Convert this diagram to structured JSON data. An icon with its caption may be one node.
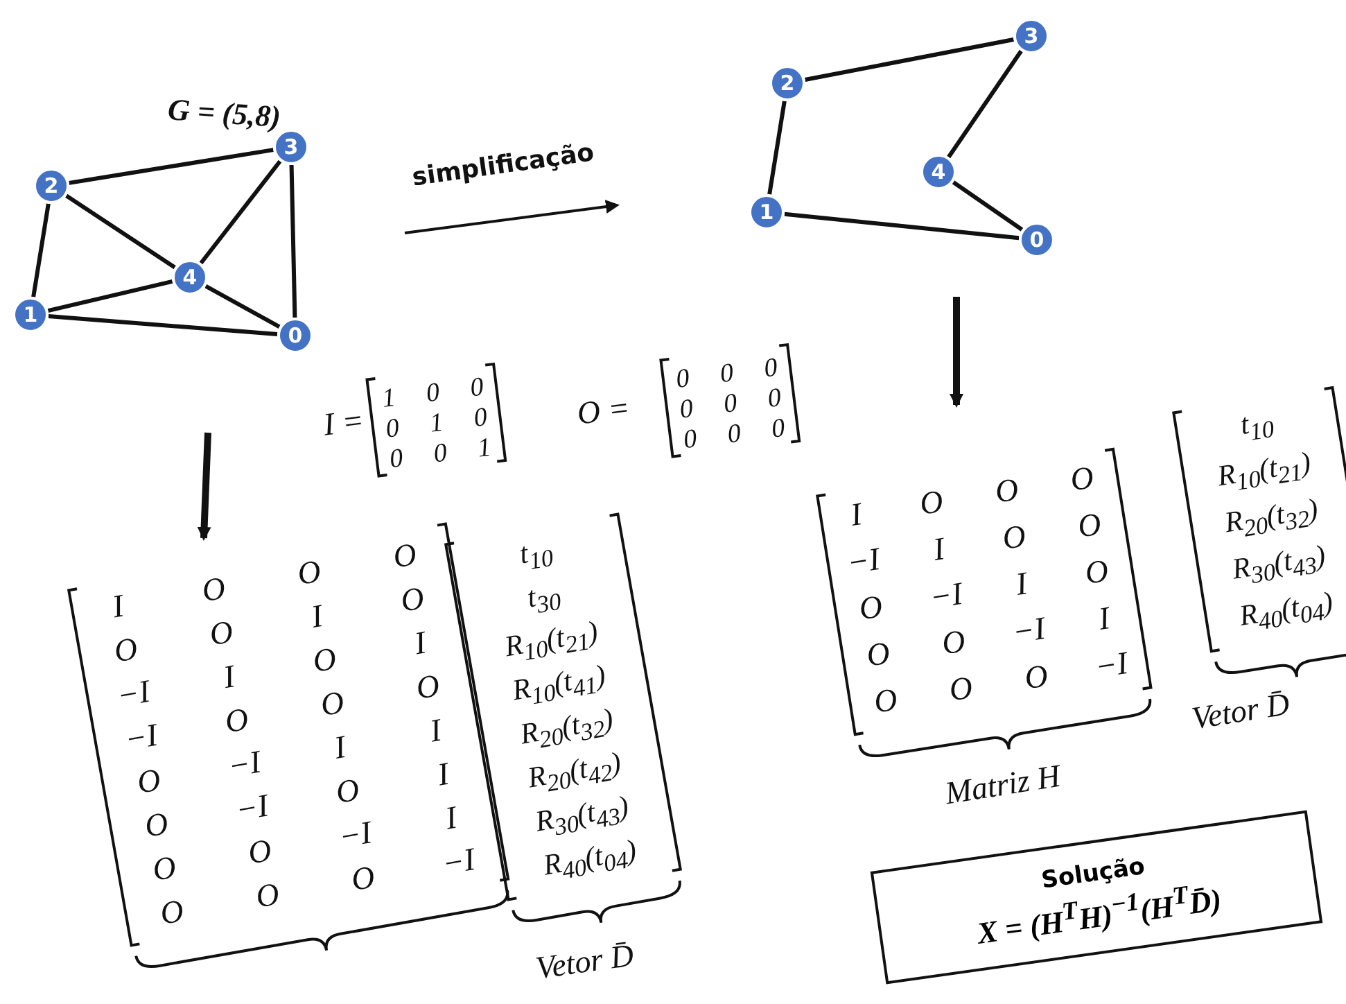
{
  "diagram": {
    "nodes": [
      {
        "text": [
          "0"
        ]
      },
      {
        "text": [
          "1"
        ]
      },
      {
        "text": [
          "2"
        ]
      },
      {
        "text": [
          "3"
        ]
      },
      {
        "text": [
          "4"
        ]
      },
      {
        "text": [
          "0"
        ]
      },
      {
        "text": [
          "1"
        ]
      },
      {
        "text": [
          "2"
        ]
      },
      {
        "text": [
          "3"
        ]
      },
      {
        "text": [
          "4"
        ]
      },
      {
        "text": [
          "Solução",
          "X = (H$^{T}$H)$^{−1}$(H$^{T}$D̄)"
        ]
      }
    ],
    "edges": [
      {
        "from": 2,
        "to": 3,
        "arrow": "none"
      },
      {
        "from": 2,
        "to": 4,
        "arrow": "none"
      },
      {
        "from": 2,
        "to": 1,
        "arrow": "none"
      },
      {
        "from": 1,
        "to": 4,
        "arrow": "none"
      },
      {
        "from": 1,
        "to": 0,
        "arrow": "none"
      },
      {
        "from": 4,
        "to": 3,
        "arrow": "none"
      },
      {
        "from": 4,
        "to": 0,
        "arrow": "none"
      },
      {
        "from": 3,
        "to": 0,
        "arrow": "none"
      },
      {
        "from": 6,
        "to": 7,
        "arrow": "none"
      },
      {
        "from": 7,
        "to": 8,
        "arrow": "none"
      },
      {
        "from": 8,
        "to": 9,
        "arrow": "none"
      },
      {
        "from": 9,
        "to": 5,
        "arrow": "none"
      },
      {
        "from": 5,
        "to": 6,
        "arrow": "none"
      }
    ],
    "labels": [
      "G = (5,8)",
      "simplificação",
      "I =",
      "1",
      "0",
      "0",
      "0",
      "1",
      "0",
      "0",
      "0",
      "1",
      "O =",
      "0",
      "0",
      "0",
      "0",
      "0",
      "0",
      "0",
      "0",
      "0",
      "I",
      "O",
      "O",
      "O",
      "O",
      "O",
      "I",
      "O",
      "−I",
      "I",
      "O",
      "I",
      "−I",
      "O",
      "O",
      "O",
      "O",
      "−I",
      "I",
      "I",
      "O",
      "−I",
      "O",
      "I",
      "O",
      "O",
      "−I",
      "I",
      "O",
      "O",
      "O",
      "−I",
      "t$_{10}$",
      "t$_{30}$",
      "R$_{10}$(t$_{21}$)",
      "R$_{10}$(t$_{41}$)",
      "R$_{20}$(t$_{32}$)",
      "R$_{20}$(t$_{42}$)",
      "R$_{30}$(t$_{43}$)",
      "R$_{40}$(t$_{04}$)",
      "Vetor D̄",
      "I",
      "O",
      "O",
      "O",
      "−I",
      "I",
      "O",
      "O",
      "O",
      "−I",
      "I",
      "O",
      "O",
      "O",
      "−I",
      "I",
      "O",
      "O",
      "O",
      "−I",
      "t$_{10}$",
      "R$_{10}$(t$_{21}$)",
      "R$_{20}$(t$_{32}$)",
      "R$_{30}$(t$_{43}$)",
      "R$_{40}$(t$_{04}$)",
      "Matriz H",
      "Vetor D̄"
    ]
  }
}
